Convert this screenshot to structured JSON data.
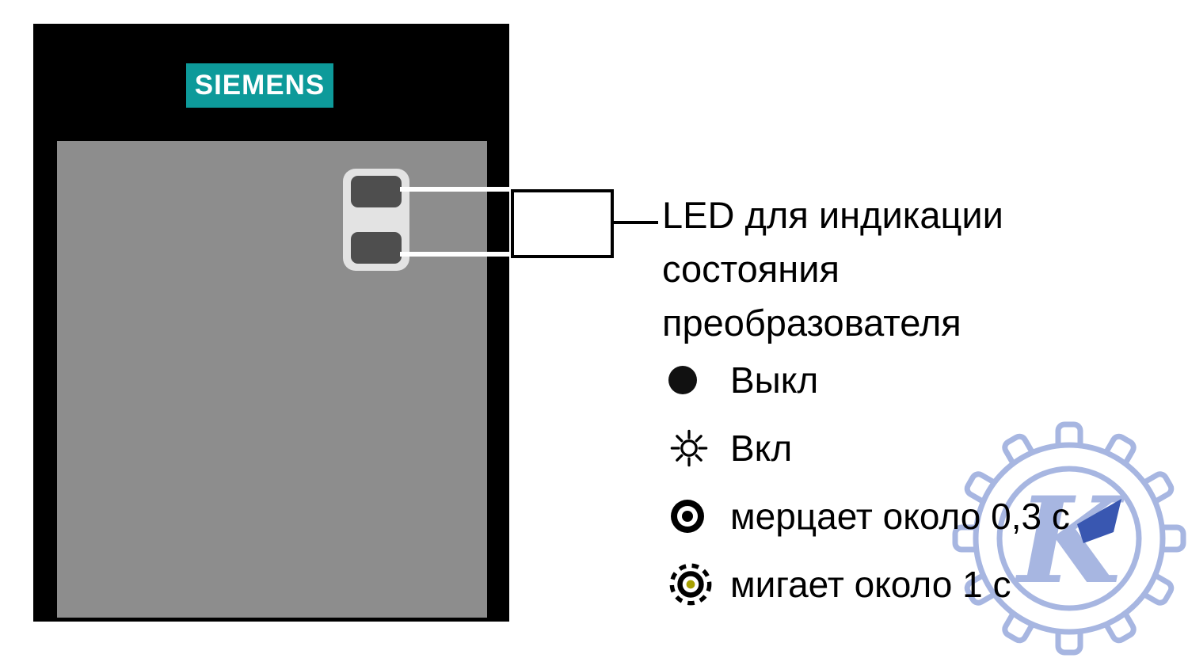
{
  "device": {
    "brand": "SIEMENS"
  },
  "callout": {
    "lines": [
      "LED для индикации",
      "состояния",
      "преобразователя"
    ]
  },
  "legend": {
    "items": [
      {
        "icon": "led-off-icon",
        "label": "Выкл"
      },
      {
        "icon": "led-on-icon",
        "label": "Вкл"
      },
      {
        "icon": "led-flicker-icon",
        "label": "мерцает около 0,3 с"
      },
      {
        "icon": "led-blink-icon",
        "label": "мигает около 1 с"
      }
    ]
  },
  "colors": {
    "brand_teal": "#0d9a9a",
    "device_black": "#000000",
    "panel_gray": "#8d8d8d",
    "led_housing_gray": "#e3e3e3",
    "led_dark_gray": "#4e4e4e",
    "watermark_blue": "#a3b3e0",
    "watermark_dark_blue": "#2f4fad",
    "blink_center_yellow": "#a6a000"
  }
}
